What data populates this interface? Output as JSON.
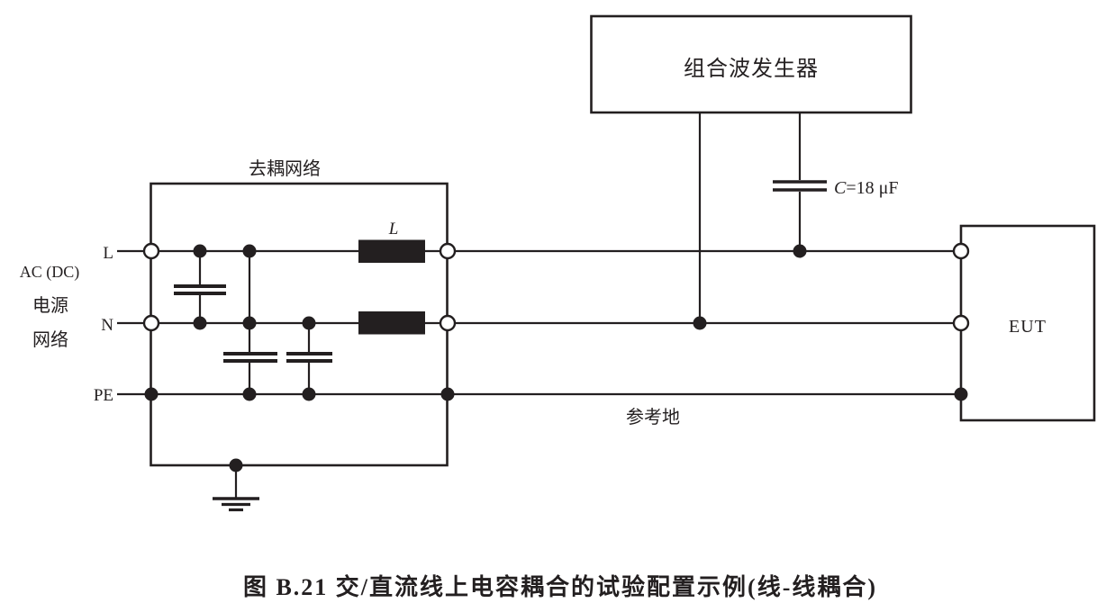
{
  "figure": {
    "caption": "图 B.21  交/直流线上电容耦合的试验配置示例(线-线耦合)"
  },
  "generator": {
    "label": "组合波发生器"
  },
  "decoupling_network": {
    "label": "去耦网络"
  },
  "eut": {
    "label": "EUT"
  },
  "source": {
    "line1": "AC (DC)",
    "line2": "电源",
    "line3": "网络"
  },
  "wires": {
    "l": "L",
    "n": "N",
    "pe": "PE"
  },
  "coupling_capacitor": {
    "symbol": "C",
    "value": "=18 μF"
  },
  "inductor": {
    "label": "L"
  },
  "ground": {
    "label": "参考地"
  },
  "colors": {
    "line": "#231f20",
    "background": "#ffffff"
  }
}
